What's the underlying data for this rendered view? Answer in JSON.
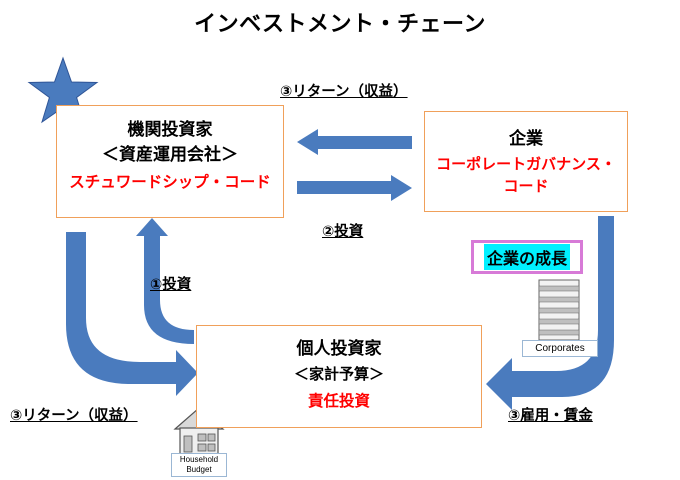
{
  "title": "インベストメント・チェーン",
  "institutional": {
    "line1": "機関投資家",
    "line2": "＜資産運用会社＞",
    "code": "スチュワードシップ・コード"
  },
  "corporate": {
    "name": "企業",
    "code_line1": "コーポレートガバナンス・",
    "code_line2": "コード"
  },
  "individual": {
    "line1": "個人投資家",
    "line2": "＜家計予算＞",
    "responsibility": "責任投資"
  },
  "labels": {
    "return_top": "③リターン（収益）",
    "invest2": "②投資",
    "invest1": "①投資",
    "return_left": "③リターン（収益）",
    "employment": "③雇用・賃金",
    "growth": "企業の成長"
  },
  "icons": {
    "corporates_caption": "Corporates",
    "household_line1": "Household",
    "household_line2": "Budget"
  },
  "colors": {
    "arrow": "#4a7bbe",
    "box_border": "#f0a05a",
    "emphasis_red": "#ff0000",
    "growth_border": "#d77ad7",
    "growth_fill": "#00f0ff"
  }
}
